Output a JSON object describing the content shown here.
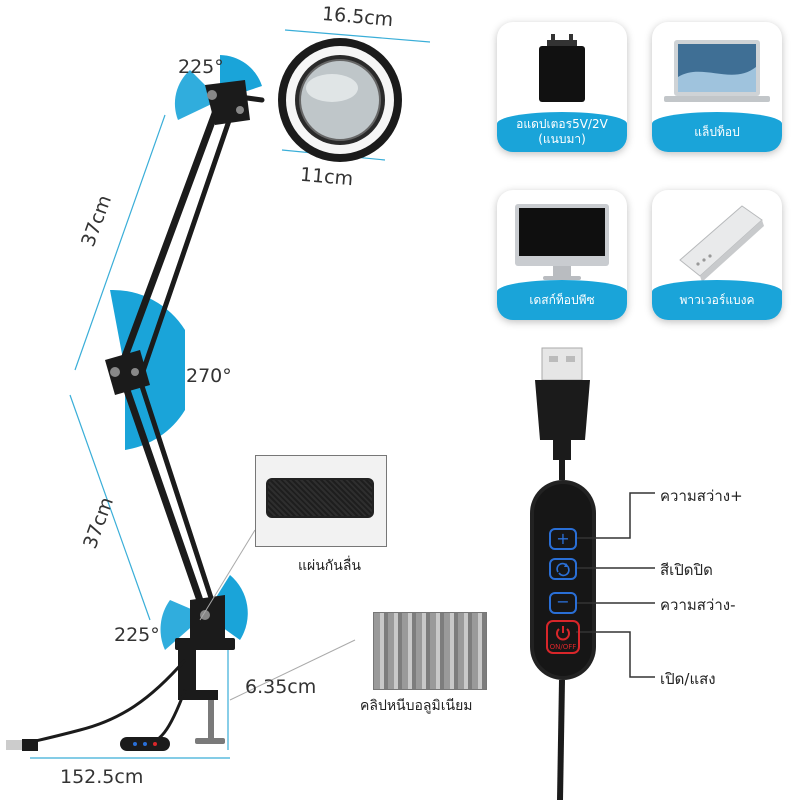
{
  "dimensions": {
    "ring_outer": "16.5cm",
    "ring_inner": "11cm",
    "arm_upper": "37cm",
    "arm_lower": "37cm",
    "clamp_opening": "6.35cm",
    "cable_length": "152.5cm"
  },
  "angles": {
    "head": "225°",
    "middle": "270°",
    "base": "225°"
  },
  "power_sources": [
    {
      "label": "อแดปเตอร5V/2V\n(แนบมา)",
      "icon": "adapter-icon"
    },
    {
      "label": "แล็ปท็อป",
      "icon": "laptop-icon"
    },
    {
      "label": "เดสก์ท็อปพีซ",
      "icon": "desktop-icon"
    },
    {
      "label": "พาวเวอร์แบงค",
      "icon": "powerbank-icon"
    }
  ],
  "controller": {
    "brightness_up": "ความสว่าง+",
    "color_toggle": "สีเปิดปิด",
    "brightness_down": "ความสว่าง-",
    "power": "เปิด/แสง",
    "power_button_text": "ON/OFF",
    "plus_symbol": "+",
    "minus_symbol": "−"
  },
  "callouts": {
    "anti_slip_pad": "แผ่นกันลื่น",
    "aluminum_clip": "คลิปหนีบอลูมิเนียม"
  },
  "colors": {
    "accent": "#1aa4d9",
    "lamp_black": "#1b1b1b",
    "button_blue": "#2a6fd6",
    "button_red": "#d8262a"
  }
}
